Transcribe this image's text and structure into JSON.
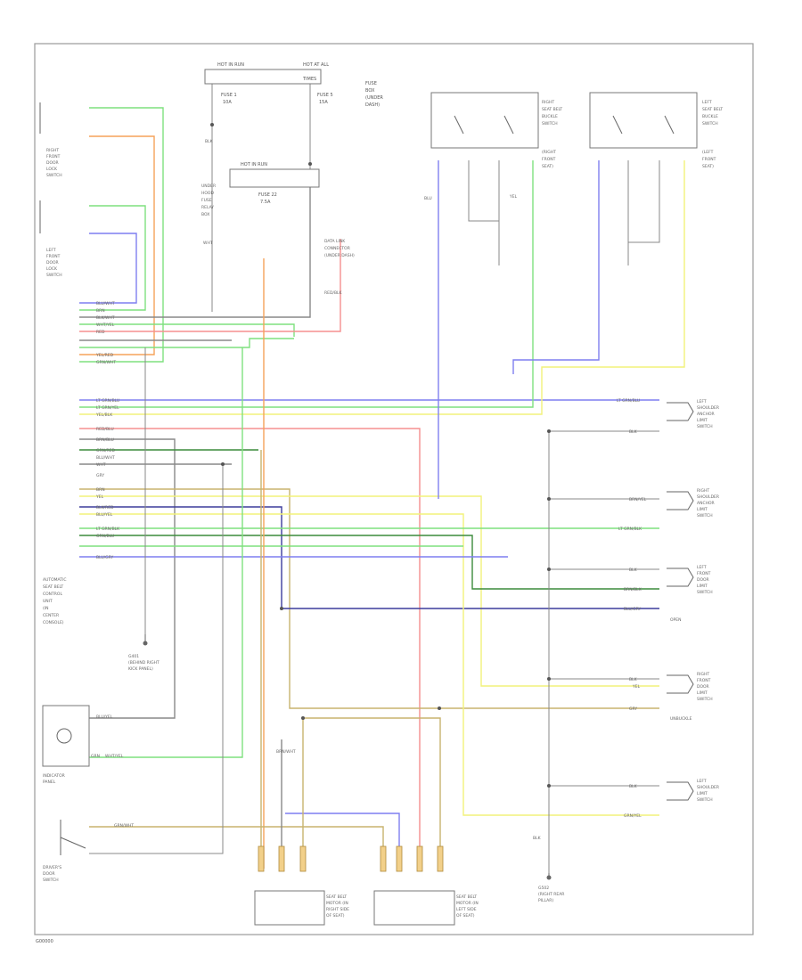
{
  "diagram": {
    "footer_code": "G00000",
    "colors": {
      "green": "#7fe07f",
      "orange": "#f5a25a",
      "blue": "#7f7ff0",
      "red": "#f58f8f",
      "yellow": "#f2f27a",
      "olive": "#c8b36e",
      "darkgreen": "#3c8c3c",
      "navy": "#3c3c9c",
      "black": "#666666"
    },
    "components": {
      "fuse_top_left": [
        "HOT IN RUN",
        "FUSE 1",
        "10A"
      ],
      "fuse_top_right": [
        "HOT AT ALL",
        "TIMES",
        "FUSE 5",
        "15A"
      ],
      "fuse_box_text": [
        "FUSE",
        "BOX",
        "(UNDER",
        "DASH)"
      ],
      "fuse_mid": [
        "HOT IN RUN",
        "FUSE 22",
        "7.5A"
      ],
      "fuse_mid_left": [
        "UNDER",
        "HOOD",
        "FUSE",
        "RELAY",
        "BOX"
      ],
      "relay_left_1": [
        "RIGHT",
        "FRONT",
        "DOOR",
        "LOCK",
        "SWITCH"
      ],
      "relay_left_2": [
        "LEFT",
        "FRONT",
        "DOOR",
        "LOCK",
        "SWITCH"
      ],
      "switch_right_1": [
        "RIGHT",
        "SEAT BELT",
        "BUCKLE",
        "SWITCH",
        "(RIGHT",
        "FRONT",
        "SEAT)"
      ],
      "switch_right_2": [
        "LEFT",
        "SEAT BELT",
        "BUCKLE",
        "SWITCH",
        "(LEFT",
        "FRONT",
        "SEAT)"
      ],
      "connector_mid": [
        "DATA LINK",
        "CONNECTOR",
        "(UNDER DASH)"
      ],
      "module_left": [
        "AUTOMATIC",
        "SEAT BELT",
        "CONTROL",
        "UNIT",
        "(IN",
        "CENTER",
        "CONSOLE)"
      ],
      "ground_left": [
        "G401",
        "(BEHIND RIGHT",
        "KICK PANEL)"
      ],
      "ground_right": [
        "G502",
        "(RIGHT REAR",
        "PILLAR)"
      ],
      "indicator": [
        "INDICATOR",
        "PANEL"
      ],
      "door_switch": [
        "DRIVER'S",
        "DOOR",
        "SWITCH"
      ],
      "motor_left": [
        "SEAT BELT",
        "MOTOR (IN",
        "RIGHT SIDE",
        "OF SEAT)"
      ],
      "motor_right": [
        "SEAT BELT",
        "MOTOR (IN",
        "LEFT SIDE",
        "OF SEAT)"
      ],
      "limit_sw_1": [
        "LEFT",
        "SHOULDER",
        "ANCHOR",
        "LIMIT",
        "SWITCH"
      ],
      "limit_sw_2": [
        "RIGHT",
        "SHOULDER",
        "ANCHOR",
        "LIMIT",
        "SWITCH"
      ],
      "limit_sw_3": [
        "LEFT",
        "FRONT",
        "DOOR",
        "LIMIT",
        "SWITCH"
      ],
      "limit_sw_4": [
        "RIGHT",
        "FRONT",
        "DOOR",
        "LIMIT",
        "SWITCH"
      ],
      "limit_sw_5": [
        "LEFT",
        "SHOULDER",
        "LIMIT",
        "SWITCH"
      ],
      "label_open": "OPEN",
      "label_unbuckle": "UNBUCKLE"
    },
    "wire_labels": {
      "left_bundle": [
        "BLU/WHT",
        "BRN",
        "BLK/WHT",
        "WHT/YEL",
        "RED",
        "YEL/RED",
        "GRN/WHT"
      ],
      "mid_bundle": [
        "LT GRN/BLU",
        "LT GRN/YEL",
        "YEL/BLK",
        "RED/BLU",
        "BRN/BLU",
        "GRN/RED",
        "BLU/WHT",
        "WHT",
        "GRY",
        "BRN",
        "YEL",
        "BLK/RED",
        "BLU/YEL",
        "LT GRN/BLK",
        "GRN/BLU",
        "BLU/GRY"
      ],
      "right_wires": [
        "LT GRN/BLU",
        "BLK",
        "BRN/YEL",
        "LT GRN/BLK",
        "BLK",
        "BRN/BLK",
        "BLU/GRY",
        "BLK",
        "YEL",
        "GRY",
        "BLK",
        "GRN/YEL",
        "BLK"
      ],
      "misc": [
        "BLK",
        "WHT",
        "YEL",
        "GRN",
        "BLU/YEL",
        "WHT/YEL",
        "GRN/WHT",
        "BRN/WHT",
        "BLU",
        "RED/BLK"
      ]
    }
  }
}
